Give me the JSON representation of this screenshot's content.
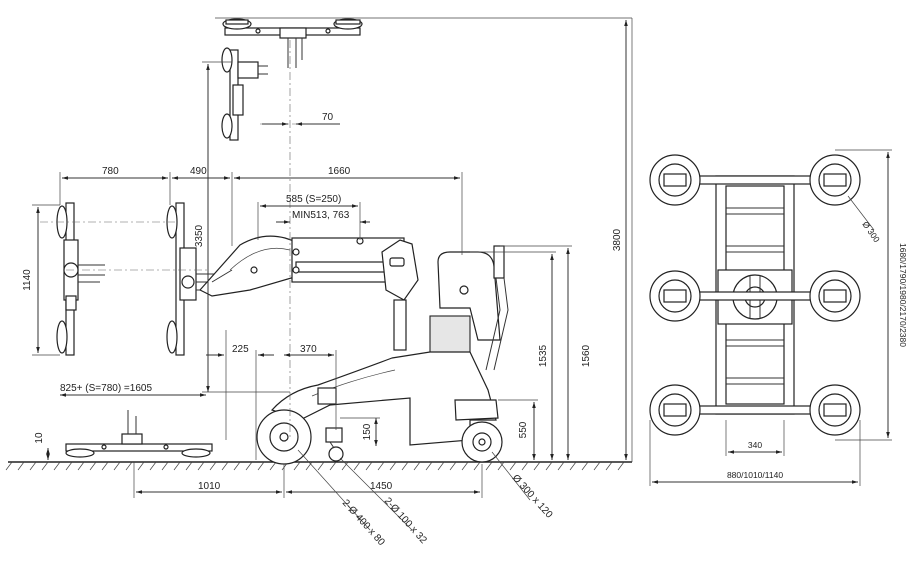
{
  "dimensions": {
    "d_70": "70",
    "d_780": "780",
    "d_490": "490",
    "d_1660": "1660",
    "d_585": "585 (S=250)",
    "d_min": "MIN513, 763",
    "d_3350": "3350",
    "d_1140": "1140",
    "d_3800": "3800",
    "d_1535": "1535",
    "d_1560": "1560",
    "d_225": "225",
    "d_370": "370",
    "d_825": "825+ (S=780) =1605",
    "d_550": "550",
    "d_150": "150",
    "d_10": "10",
    "d_1010": "1010",
    "d_1450": "1450",
    "d_wheel_big": "2-Ø 400 x 80",
    "d_wheel_small": "2-Ø 100 x 32",
    "d_wheel_rear": "Ø 300 x 120",
    "d_cup": "Ø 300",
    "d_frame_len": "1680/1790/1980/2170/2380",
    "d_340": "340",
    "d_frame_w": "880/1010/1140"
  }
}
